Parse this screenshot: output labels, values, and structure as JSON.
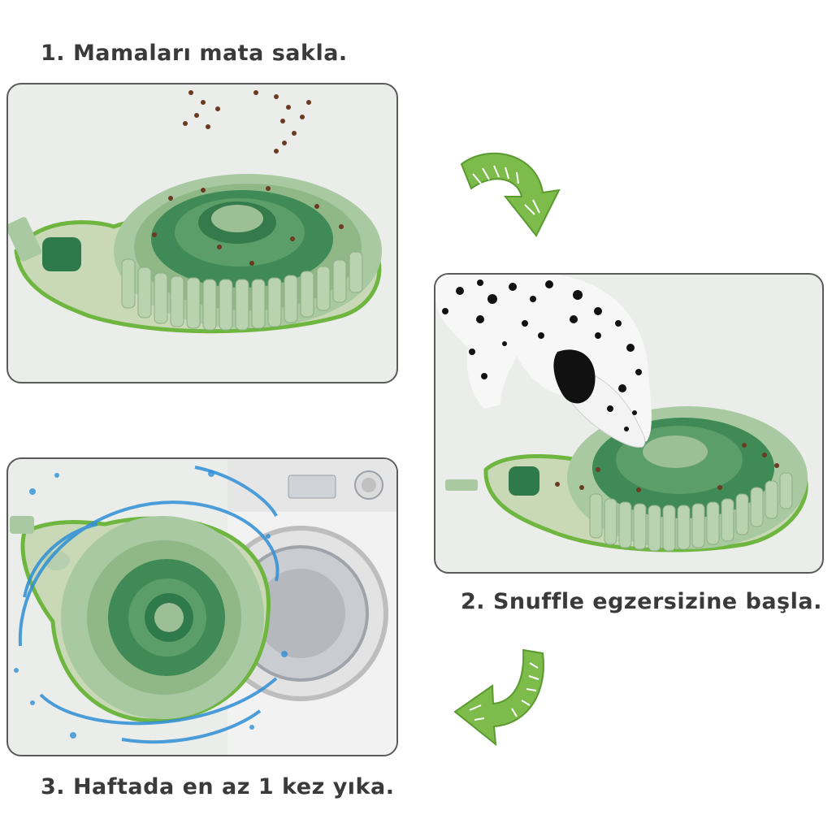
{
  "steps": [
    {
      "label": "1. Mamaları mata sakla."
    },
    {
      "label": "2. Snuffle egzersizine başla."
    },
    {
      "label": "3. Haftada en az 1 kez yıka."
    }
  ],
  "colors": {
    "mat_light": "#a8c9a1",
    "mat_dark": "#3f8a57",
    "mat_base": "#c9d9b8",
    "mat_rim": "#6fb641",
    "arrow": "#7dbb4a",
    "kibble": "#6b3a22",
    "water": "#2f8fd6",
    "panel_border": "#5a5a5a",
    "panel_bg": "#ebedea"
  },
  "icons": [
    "curved-arrow-icon",
    "dog-image",
    "washing-machine-image",
    "snuffle-mat-image",
    "kibble-image",
    "water-splash-image"
  ]
}
